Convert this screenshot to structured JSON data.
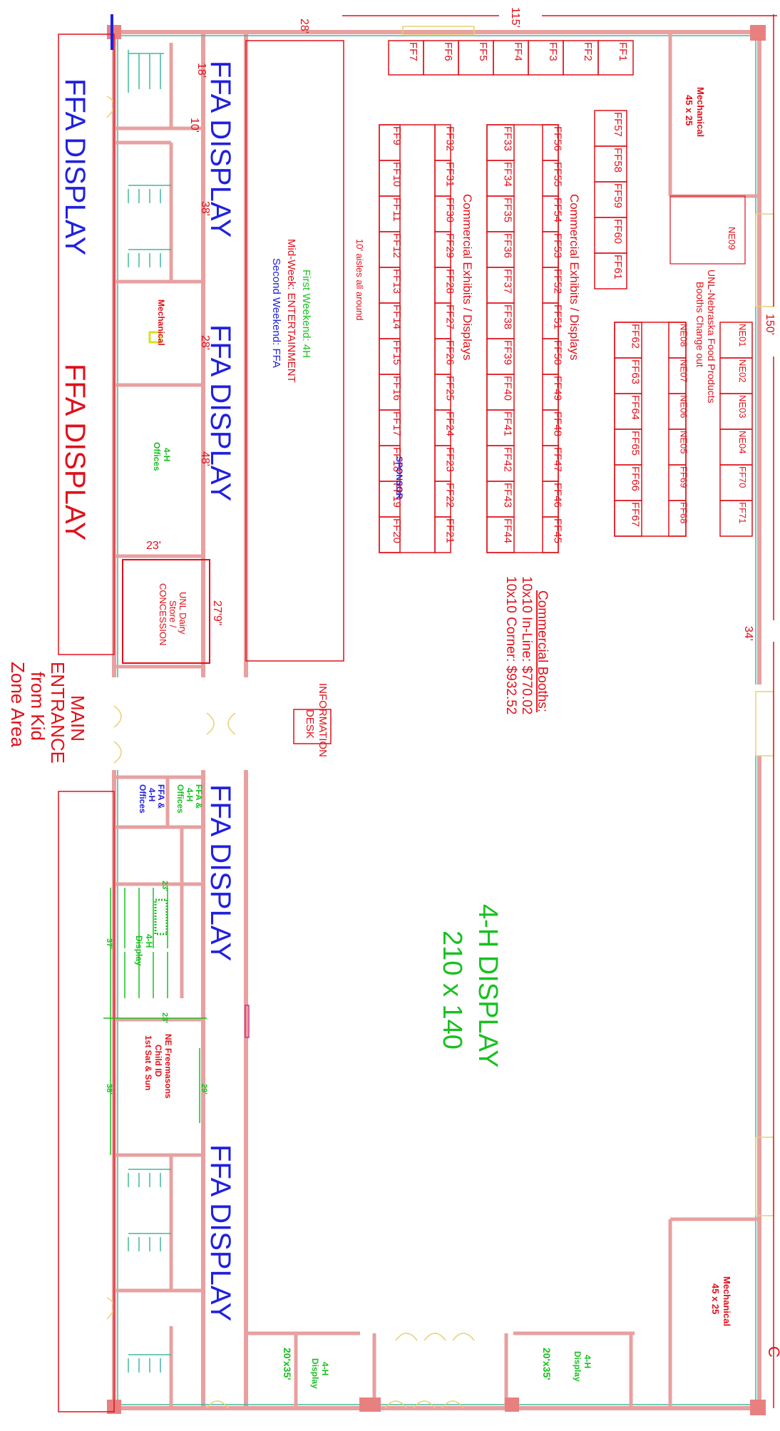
{
  "colors": {
    "wall": "#e8a0a0",
    "wall_dark": "#d98080",
    "booth_line": "#e0101a",
    "red_text": "#e0101a",
    "blue_text": "#2020e0",
    "green_text": "#18c020",
    "teal": "#40b8a0",
    "door": "#e8d070"
  },
  "dimensions": {
    "d28_top": "28'",
    "d115": "115'",
    "d150": "150'",
    "d34": "34'",
    "d18": "18'",
    "d10": "10'",
    "d38": "38'",
    "d28_mech": "28'",
    "d48": "48'",
    "d23_store": "23'",
    "d27_9": "27'9\"",
    "d23_a": "23'",
    "d37": "37'",
    "d23_b": "23'",
    "d38_b": "38'",
    "d29": "29'",
    "d20x35_a": "20'x35'",
    "d20x35_b": "20'x35'"
  },
  "labels": {
    "ffa_display_left_1": "FFA DISPLAY",
    "ffa_display_left_2": "FFA DISPLAY",
    "ffa_display_corr_1": "FFA DISPLAY",
    "ffa_display_corr_2": "FFA DISPLAY",
    "ffa_display_corr_3": "FFA DISPLAY",
    "ffa_display_corr_4": "FFA DISPLAY",
    "schedule_line1": "First Weekend: 4H",
    "schedule_line2": "Mid-Week: ENTERTAINMENT",
    "schedule_line3": "Second Weekend: FFA",
    "aisles": "10' aisles all around",
    "commercial_exhibits_1": "Commercial Exhibits / Displays",
    "commercial_exhibits_2": "Commercial Exhibits / Displays",
    "mechanical_top_1": "Mechanical",
    "mechanical_top_2": "45 x 25",
    "mechanical_bottom_1": "Mechanical",
    "mechanical_bottom_2": "45 x 25",
    "unl_food_1": "UNL-Nebraska Food Products",
    "unl_food_2": "Booths Change out",
    "mechanical_small": "Mechanical",
    "offices_4h_1": "4-H",
    "offices_4h_2": "Offices",
    "dairy_1": "UNL Dairy",
    "dairy_2": "Store /",
    "dairy_3": "CONCESSION",
    "booth_title": "Commercial Booths:",
    "booth_inline": "10x10 In-Line: $770.02",
    "booth_corner": "10x10 Corner: $932.52",
    "info_1": "INFORMATION",
    "info_2": "DESK",
    "main_1": "MAIN",
    "main_2": "ENTRANCE",
    "main_3": "from Kid",
    "main_4": "Zone Area",
    "ffa4h_off_green_1": "FFA &",
    "ffa4h_off_green_2": "4-H",
    "ffa4h_off_green_3": "Offices",
    "ffa4h_off_blue_1": "FFA &",
    "ffa4h_off_blue_2": "4-H",
    "ffa4h_off_blue_3": "Offices",
    "big_4h_1": "4-H DISPLAY",
    "big_4h_2": "210 x 140",
    "small_4h_display_1": "4-H",
    "small_4h_display_2": "Display",
    "mason_1": "NE Freemasons",
    "mason_2": "Child ID",
    "mason_3": "1st Sat & Sun",
    "bottom_4h_1_a": "4-H",
    "bottom_4h_1_b": "Display",
    "bottom_4h_2_a": "4-H",
    "bottom_4h_2_b": "Display",
    "sponsor": "SPONSOR",
    "edge_c": "C"
  },
  "booths": {
    "top_row": [
      "FF7",
      "FF6",
      "FF5",
      "FF4",
      "FF3",
      "FF2",
      "FF1"
    ],
    "col_57": [
      "FF57",
      "FF58",
      "FF59",
      "FF60",
      "FF61"
    ],
    "col_9": [
      "FF9",
      "FF10",
      "FF11",
      "FF12",
      "FF13",
      "FF14",
      "FF15",
      "FF16",
      "FF17",
      "FF18",
      "FF19",
      "FF20"
    ],
    "col_32": [
      "FF32",
      "FF31",
      "FF30",
      "FF29",
      "FF28",
      "FF27",
      "FF26",
      "FF25",
      "FF24",
      "FF23",
      "FF22",
      "FF21"
    ],
    "col_33": [
      "FF33",
      "FF34",
      "FF35",
      "FF36",
      "FF37",
      "FF38",
      "FF39",
      "FF40",
      "FF41",
      "FF42",
      "FF43",
      "FF44"
    ],
    "col_56": [
      "FF56",
      "FF55",
      "FF54",
      "FF53",
      "FF52",
      "FF51",
      "FF50",
      "FF49",
      "FF48",
      "FF47",
      "FF46",
      "FF45"
    ],
    "col_62": [
      "FF62",
      "FF63",
      "FF64",
      "FF65",
      "FF66",
      "FF67"
    ],
    "col_ne08": [
      "NE08",
      "NE07",
      "NE06",
      "NE05",
      "FF69",
      "FF68"
    ],
    "col_ne01": [
      "NE01",
      "NE02",
      "NE03",
      "NE04",
      "FF70",
      "FF71"
    ],
    "ne09": "NE09"
  }
}
